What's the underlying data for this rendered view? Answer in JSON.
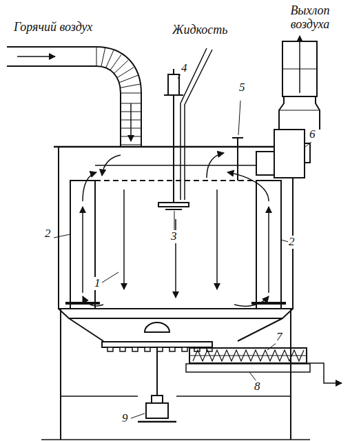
{
  "diagram": {
    "labels": [
      "Горячий воздух",
      "Жидкость",
      "Выхлоп воздуха",
      "4",
      "5",
      "6",
      "2",
      "3",
      "2",
      "1",
      "7",
      "8",
      "9"
    ]
  }
}
